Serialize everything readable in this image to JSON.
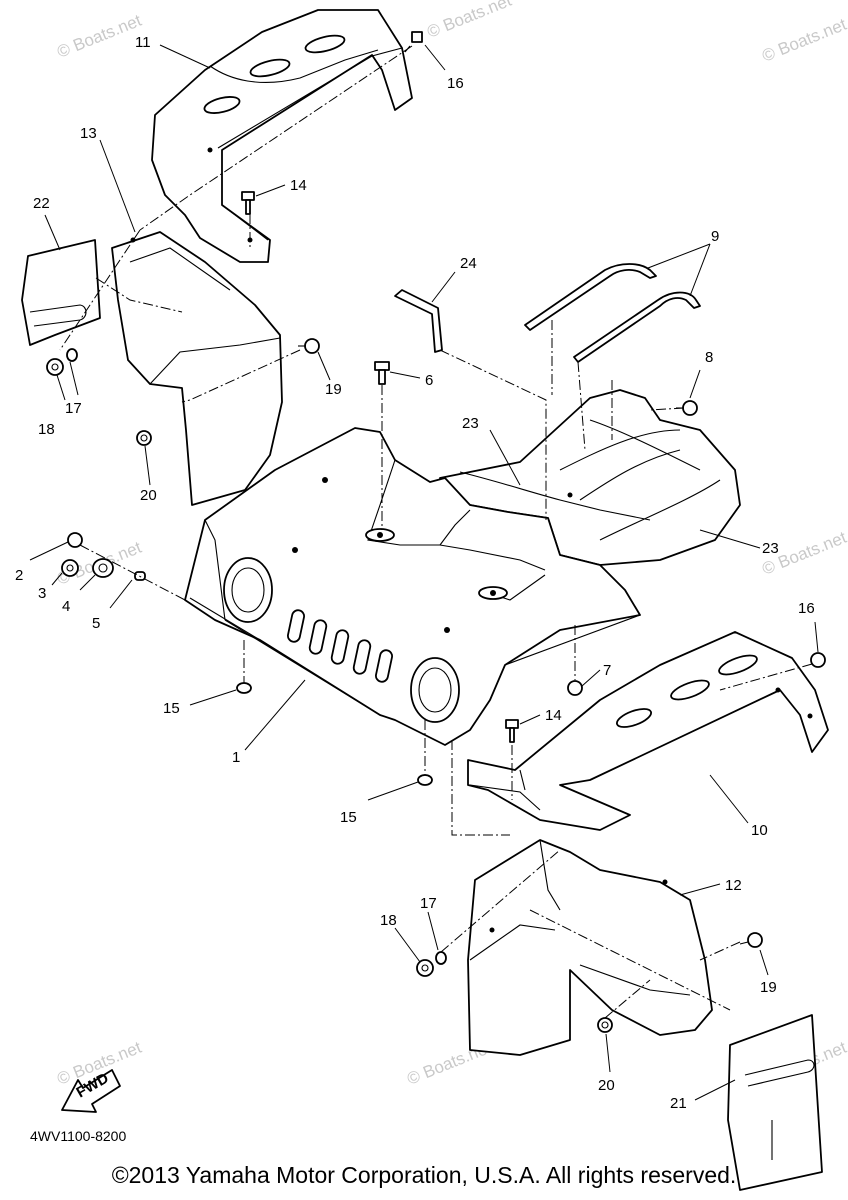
{
  "diagram": {
    "code": "4WV1100-8200",
    "copyright": "©2013 Yamaha Motor Corporation, U.S.A. All rights reserved.",
    "watermark": "© Boats.net",
    "fwd_label": "FWD",
    "callouts": [
      "1",
      "2",
      "3",
      "4",
      "5",
      "6",
      "7",
      "8",
      "9",
      "10",
      "11",
      "12",
      "13",
      "14",
      "14",
      "15",
      "15",
      "16",
      "16",
      "17",
      "17",
      "18",
      "18",
      "19",
      "19",
      "20",
      "20",
      "21",
      "22",
      "23",
      "23",
      "24"
    ]
  }
}
